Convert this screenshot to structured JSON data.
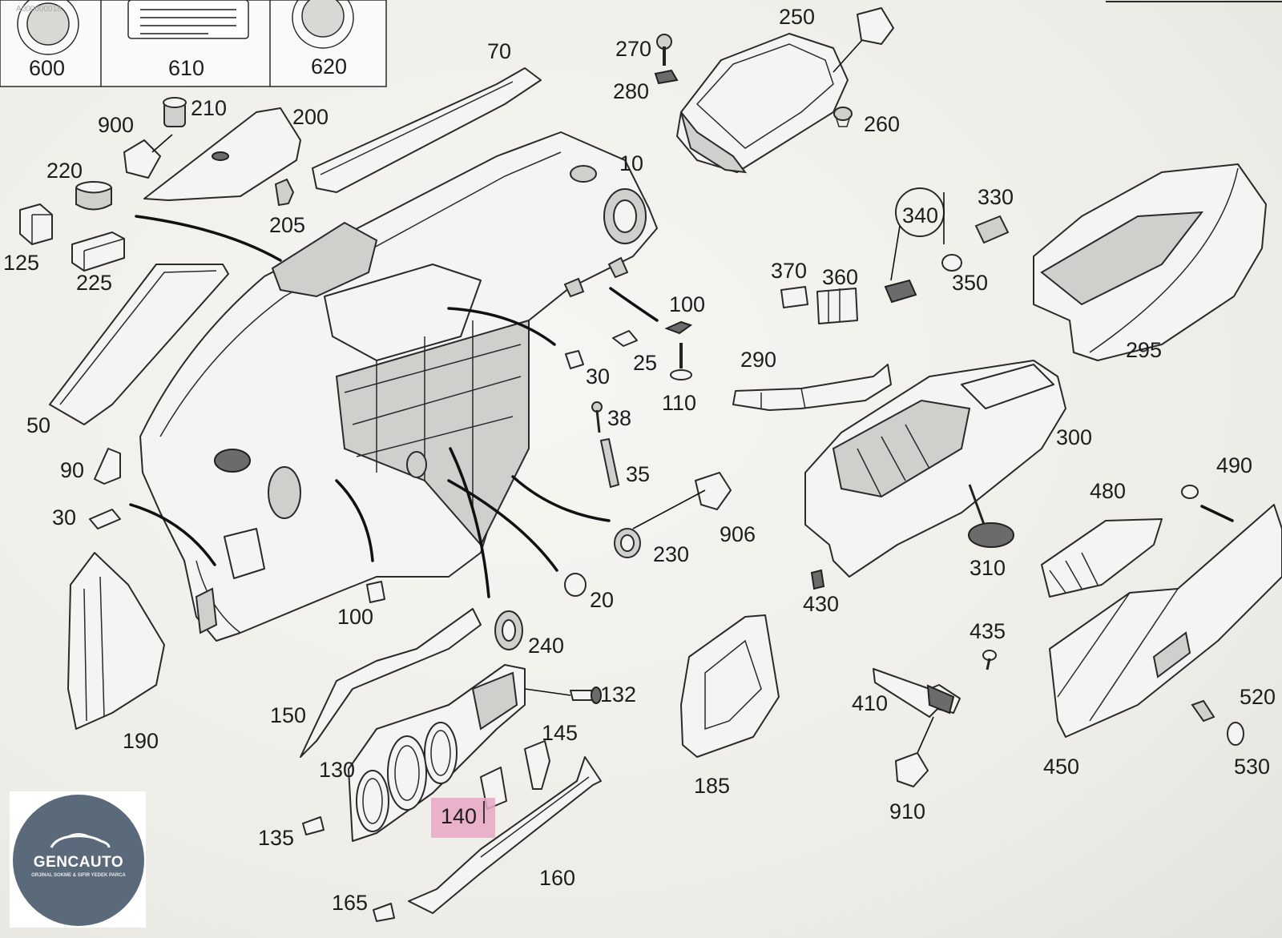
{
  "header_code": "A000000018",
  "top_boxes": [
    {
      "label": "600"
    },
    {
      "label": "610"
    },
    {
      "label": "620"
    }
  ],
  "highlighted_part": "140",
  "callouts": {
    "c250": "250",
    "c270": "270",
    "c280": "280",
    "c260": "260",
    "c70": "70",
    "c210": "210",
    "c900": "900",
    "c200": "200",
    "c220": "220",
    "c205": "205",
    "c125": "125",
    "c225": "225",
    "c10": "10",
    "c340": "340",
    "c330": "330",
    "c350": "350",
    "c370": "370",
    "c360": "360",
    "c100a": "100",
    "c25": "25",
    "c30a": "30",
    "c110": "110",
    "c290": "290",
    "c295": "295",
    "c50": "50",
    "c38": "38",
    "c35": "35",
    "c300": "300",
    "c90": "90",
    "c30b": "30",
    "c906": "906",
    "c230": "230",
    "c490": "490",
    "c480": "480",
    "c310": "310",
    "c430": "430",
    "c20": "20",
    "c100b": "100",
    "c240": "240",
    "c435": "435",
    "c132": "132",
    "c150": "150",
    "c190": "190",
    "c185": "185",
    "c410": "410",
    "c520": "520",
    "c145": "145",
    "c130": "130",
    "c450": "450",
    "c530": "530",
    "c140": "140",
    "c910": "910",
    "c135": "135",
    "c160": "160",
    "c165": "165"
  },
  "logo": {
    "name": "GENCAUTO",
    "tagline": "ORJINAL SOKME & SIFIR YEDEK PARCA"
  },
  "colors": {
    "highlight": "#e8a6c4",
    "logo_circle": "#5b6a7a"
  }
}
